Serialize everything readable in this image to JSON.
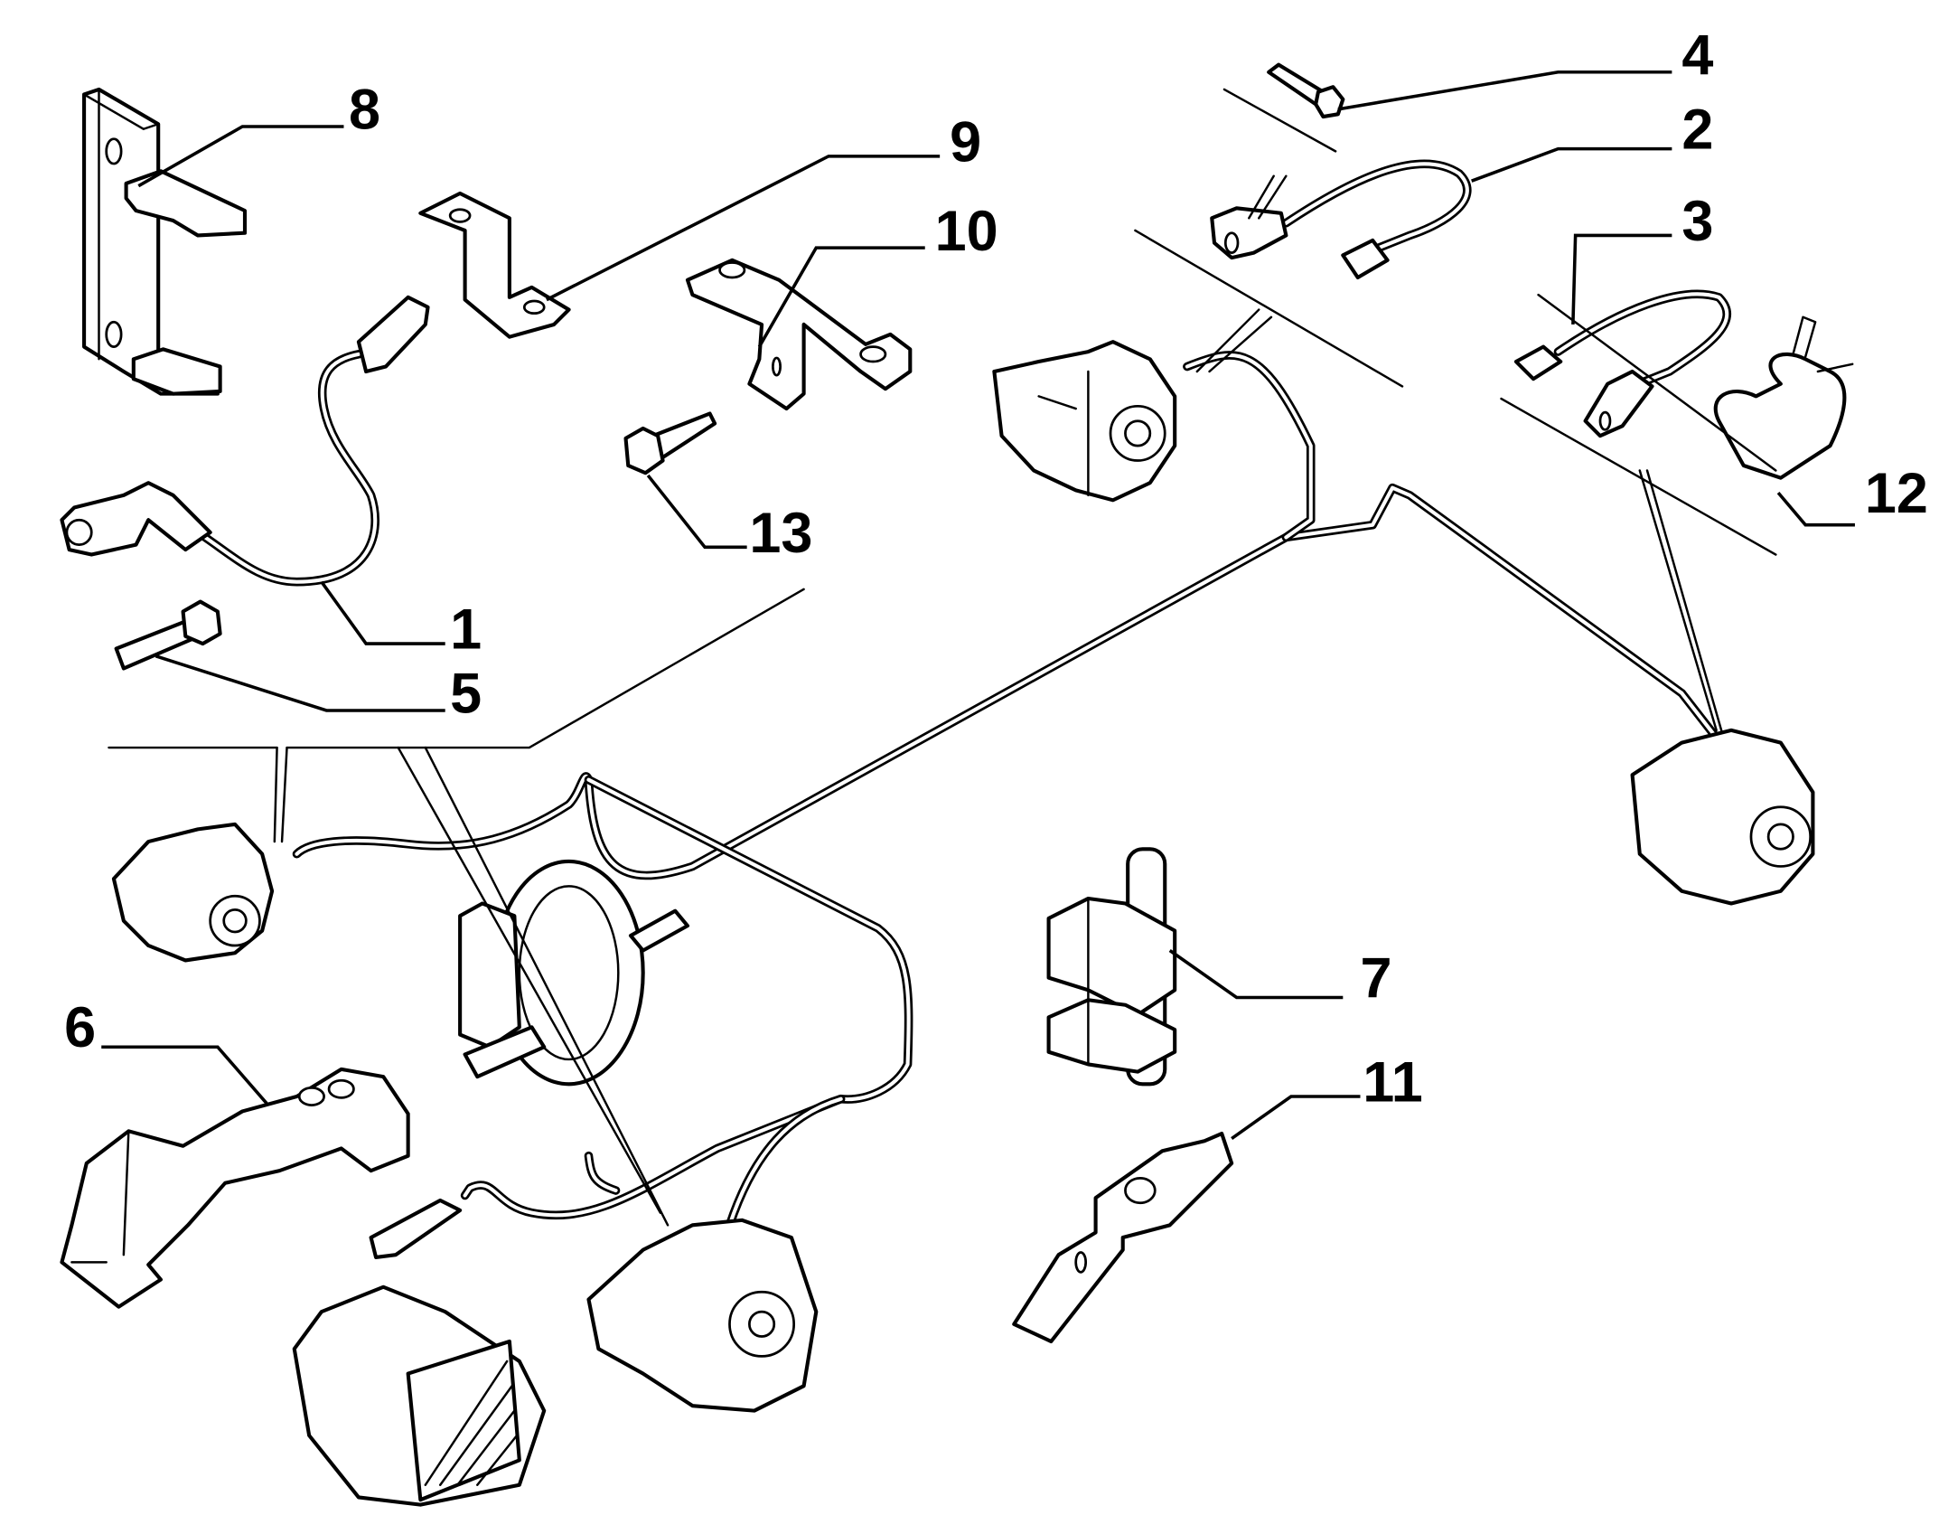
{
  "diagram": {
    "type": "exploded-parts-diagram",
    "subject": "brake pipes and hoses with ABS components",
    "callouts": [
      {
        "id": "1",
        "label": "1",
        "part": "ABS wheel speed sensor with cable"
      },
      {
        "id": "2",
        "label": "2",
        "part": "front flexible brake hose"
      },
      {
        "id": "3",
        "label": "3",
        "part": "rear flexible brake hose"
      },
      {
        "id": "4",
        "label": "4",
        "part": "hose banjo bolt"
      },
      {
        "id": "5",
        "label": "5",
        "part": "bolt"
      },
      {
        "id": "6",
        "label": "6",
        "part": "ABS unit bracket"
      },
      {
        "id": "7",
        "label": "7",
        "part": "pipe clip block"
      },
      {
        "id": "8",
        "label": "8",
        "part": "pipe retaining bracket"
      },
      {
        "id": "9",
        "label": "9",
        "part": "bracket"
      },
      {
        "id": "10",
        "label": "10",
        "part": "pipe support bracket"
      },
      {
        "id": "11",
        "label": "11",
        "part": "bracket plate"
      },
      {
        "id": "12",
        "label": "12",
        "part": "hose clip"
      },
      {
        "id": "13",
        "label": "13",
        "part": "self-tapping screw"
      }
    ]
  }
}
